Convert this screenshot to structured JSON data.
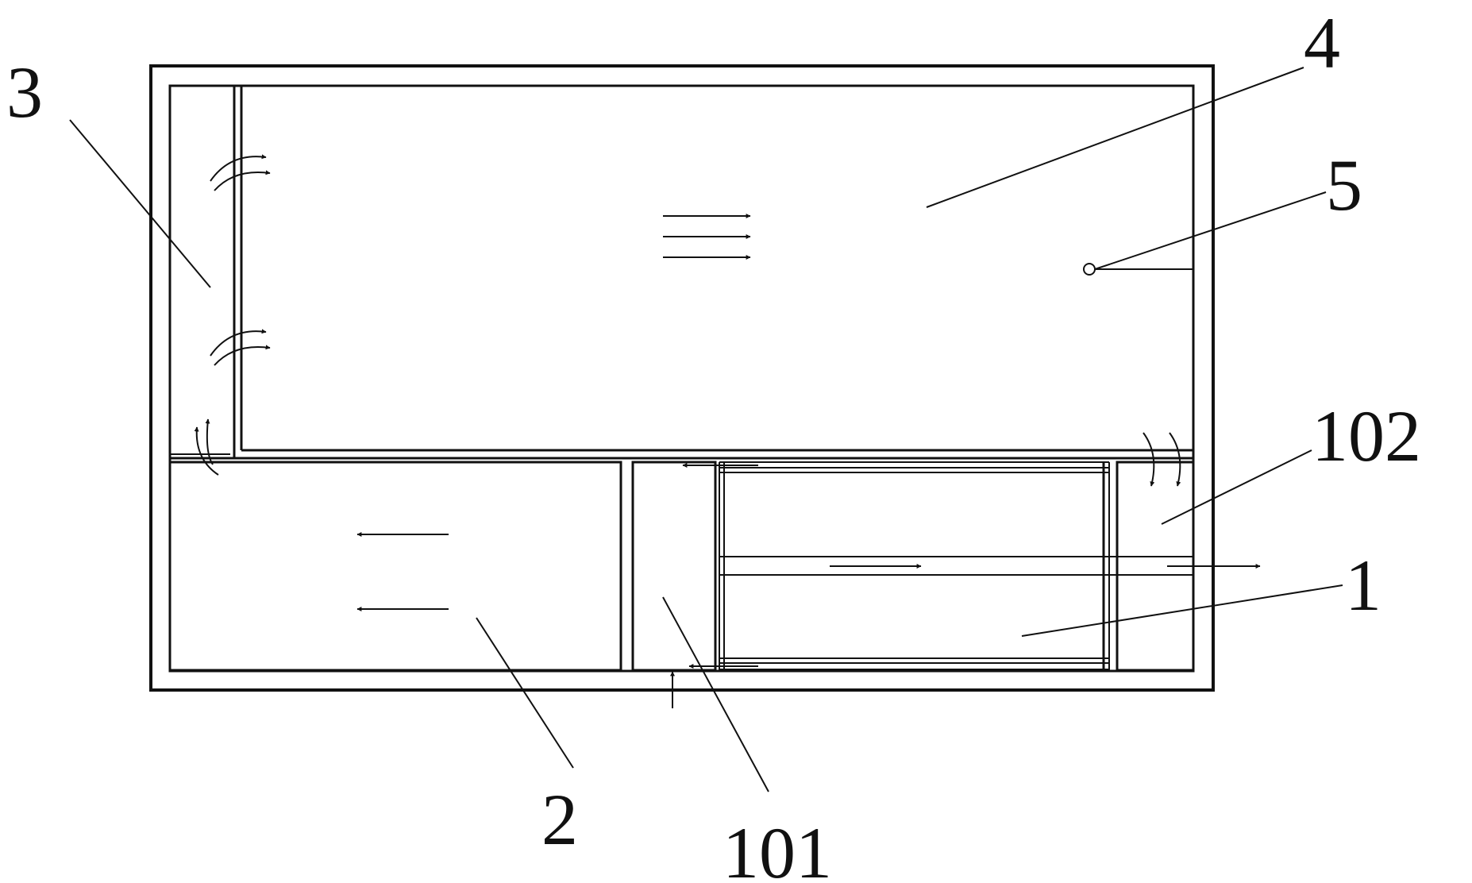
{
  "labels": {
    "label_1": "1",
    "label_2": "2",
    "label_3": "3",
    "label_4": "4",
    "label_5": "5",
    "label_101": "101",
    "label_102": "102"
  },
  "colors": {
    "line": "#111111",
    "background": "#ffffff"
  }
}
